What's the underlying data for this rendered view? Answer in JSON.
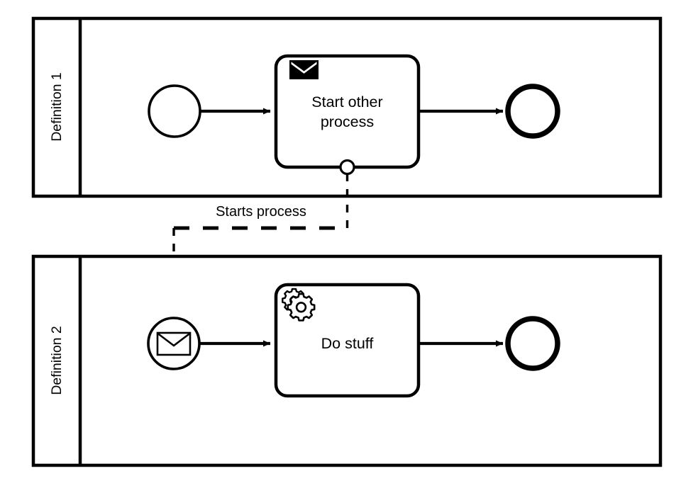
{
  "diagram": {
    "type": "bpmn-collaboration",
    "title": "",
    "stroke_color": "#000000",
    "fill_color": "#ffffff",
    "background": "#ffffff"
  },
  "pools": [
    {
      "id": "pool-1",
      "label": "Definition 1",
      "header_orientation": "vertical",
      "elements": [
        {
          "id": "start-1",
          "type": "start-event",
          "label": "",
          "icon": "none"
        },
        {
          "id": "task-1",
          "type": "send-task",
          "label": "Start other\nprocess",
          "label_line1": "Start other",
          "label_line2": "process",
          "icon": "envelope-filled-icon"
        },
        {
          "id": "end-1",
          "type": "end-event",
          "label": "",
          "icon": "none"
        }
      ]
    },
    {
      "id": "pool-2",
      "label": "Definition 2",
      "header_orientation": "vertical",
      "elements": [
        {
          "id": "start-2",
          "type": "message-start-event",
          "label": "",
          "icon": "envelope-outline-icon"
        },
        {
          "id": "task-2",
          "type": "service-task",
          "label": "Do stuff",
          "label_line1": "Do stuff",
          "label_line2": "",
          "icon": "gear-icon"
        },
        {
          "id": "end-2",
          "type": "end-event",
          "label": "",
          "icon": "none"
        }
      ]
    }
  ],
  "flows": [
    {
      "id": "seq-1",
      "type": "sequence-flow",
      "from": "start-1",
      "to": "task-1",
      "label": ""
    },
    {
      "id": "seq-2",
      "type": "sequence-flow",
      "from": "task-1",
      "to": "end-1",
      "label": ""
    },
    {
      "id": "seq-3",
      "type": "sequence-flow",
      "from": "start-2",
      "to": "task-2",
      "label": ""
    },
    {
      "id": "seq-4",
      "type": "sequence-flow",
      "from": "task-2",
      "to": "end-2",
      "label": ""
    },
    {
      "id": "msg-1",
      "type": "message-flow",
      "from": "task-1",
      "to": "start-2",
      "label": "Starts process",
      "style": "dashed",
      "arrowhead": "open-triangle"
    }
  ],
  "message_flow": {
    "label": "Starts process"
  }
}
